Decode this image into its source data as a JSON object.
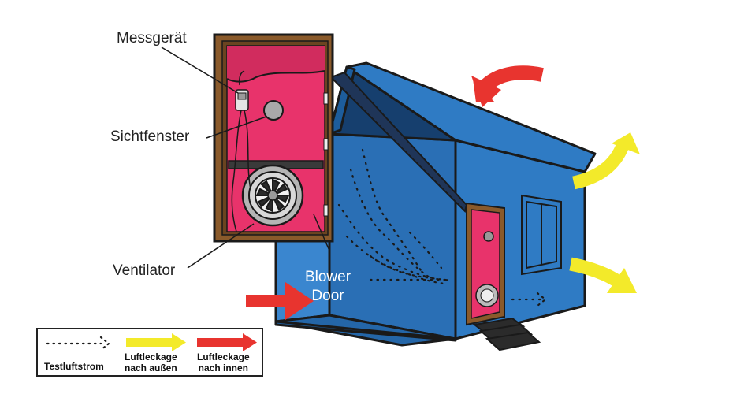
{
  "labels": {
    "messgeraet": "Messgerät",
    "sichtfenster": "Sichtfenster",
    "ventilator": "Ventilator",
    "blower_line1": "Blower",
    "blower_line2": "Door"
  },
  "legend": {
    "testluftstrom": "Testluftstrom",
    "leak_out_line1": "Luftleckage",
    "leak_out_line2": "nach außen",
    "leak_in_line1": "Luftleckage",
    "leak_in_line2": "nach innen"
  },
  "colors": {
    "house_blue": "#2f7bc4",
    "house_dark": "#1d5d9c",
    "door_pink": "#e8336b",
    "frame_brown": "#8a5a2b",
    "arrow_red": "#e8342f",
    "arrow_yellow": "#f3ea2a",
    "outline": "#1a1a1a"
  }
}
